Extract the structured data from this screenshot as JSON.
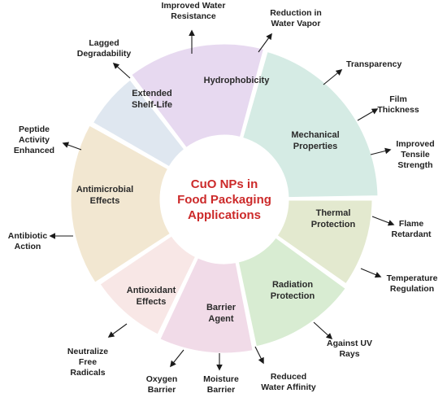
{
  "center": {
    "lines": [
      "CuO NPs in",
      "Food Packaging",
      "Applications"
    ],
    "color": "#cc2a2a"
  },
  "segments": [
    {
      "id": "hydrophobicity",
      "lines": [
        "Hydrophobicity"
      ],
      "color": "#e7d9f0"
    },
    {
      "id": "mechanical-properties",
      "lines": [
        "Mechanical",
        "Properties"
      ],
      "color": "#d5ebe4"
    },
    {
      "id": "thermal-protection",
      "lines": [
        "Thermal",
        "Protection"
      ],
      "color": "#e3e9cf"
    },
    {
      "id": "radiation-protection",
      "lines": [
        "Radiation",
        "Protection"
      ],
      "color": "#d8ecd2"
    },
    {
      "id": "barrier-agent",
      "lines": [
        "Barrier",
        "Agent"
      ],
      "color": "#f1dbe8"
    },
    {
      "id": "antioxidant-effects",
      "lines": [
        "Antioxidant",
        "Effects"
      ],
      "color": "#f8e7e6"
    },
    {
      "id": "antimicrobial-effects",
      "lines": [
        "Antimicrobial",
        "Effects"
      ],
      "color": "#f2e7d1"
    },
    {
      "id": "extended-shelf-life",
      "lines": [
        "Extended",
        "Shelf-Life"
      ],
      "color": "#dfe7f0"
    }
  ],
  "outer_labels": [
    {
      "id": "improved-water-resistance",
      "lines": [
        "Improved Water",
        "Resistance"
      ]
    },
    {
      "id": "reduction-in-water-vapor",
      "lines": [
        "Reduction in",
        "Water Vapor"
      ]
    },
    {
      "id": "transparency",
      "lines": [
        "Transparency"
      ]
    },
    {
      "id": "film-thickness",
      "lines": [
        "Film",
        "Thickness"
      ]
    },
    {
      "id": "improved-tensile-strength",
      "lines": [
        "Improved",
        "Tensile",
        "Strength"
      ]
    },
    {
      "id": "flame-retardant",
      "lines": [
        "Flame",
        "Retardant"
      ]
    },
    {
      "id": "temperature-regulation",
      "lines": [
        "Temperature",
        "Regulation"
      ]
    },
    {
      "id": "against-uv-rays",
      "lines": [
        "Against UV",
        "Rays"
      ]
    },
    {
      "id": "reduced-water-affinity",
      "lines": [
        "Reduced",
        "Water Affinity"
      ]
    },
    {
      "id": "moisture-barrier",
      "lines": [
        "Moisture",
        "Barrier"
      ]
    },
    {
      "id": "oxygen-barrier",
      "lines": [
        "Oxygen",
        "Barrier"
      ]
    },
    {
      "id": "neutralize-free-radicals",
      "lines": [
        "Neutralize",
        "Free",
        "Radicals"
      ]
    },
    {
      "id": "antibiotic-action",
      "lines": [
        "Antibiotic",
        "Action"
      ]
    },
    {
      "id": "peptide-activity-enhanced",
      "lines": [
        "Peptide",
        "Activity",
        "Enhanced"
      ]
    },
    {
      "id": "lagged-degradability",
      "lines": [
        "Lagged",
        "Degradability"
      ]
    }
  ]
}
